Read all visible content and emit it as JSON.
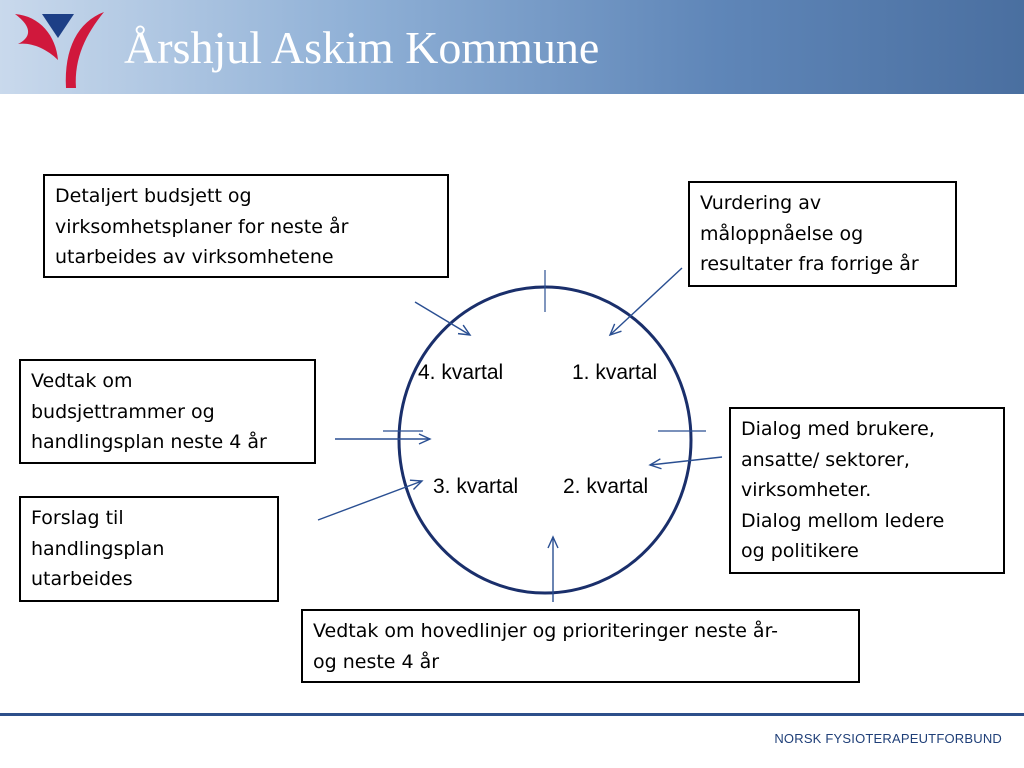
{
  "header": {
    "title": "Årshjul Askim Kommune",
    "logo_icon": "nff-logo-icon",
    "colors": {
      "logo_red": "#d0183c",
      "logo_blue": "#1d3f86",
      "circle": "#1a2f6b",
      "arrow": "#2a4f92"
    }
  },
  "boxes": {
    "top_left": [
      "Detaljert budsjett og",
      "virksomhetsplaner for neste år",
      "utarbeides av virksomhetene"
    ],
    "top_right": [
      "Vurdering av",
      "måloppnåelse og",
      "resultater fra forrige år"
    ],
    "mid_left": [
      "Vedtak om",
      "budsjettrammer og",
      "handlingsplan neste 4 år"
    ],
    "lower_left": [
      "Forslag til",
      "handlingsplan",
      "utarbeides"
    ],
    "right": [
      "Dialog med brukere,",
      "ansatte/ sektorer,",
      "virksomheter.",
      "Dialog mellom ledere",
      "og politikere"
    ],
    "bottom": [
      "Vedtak om hovedlinjer og prioriteringer neste år-",
      "og neste 4 år"
    ]
  },
  "quarters": {
    "q4": "4. kvartal",
    "q1": "1. kvartal",
    "q3": "3. kvartal",
    "q2": "2. kvartal"
  },
  "footer": {
    "org": "NORSK FYSIOTERAPEUTFORBUND"
  }
}
